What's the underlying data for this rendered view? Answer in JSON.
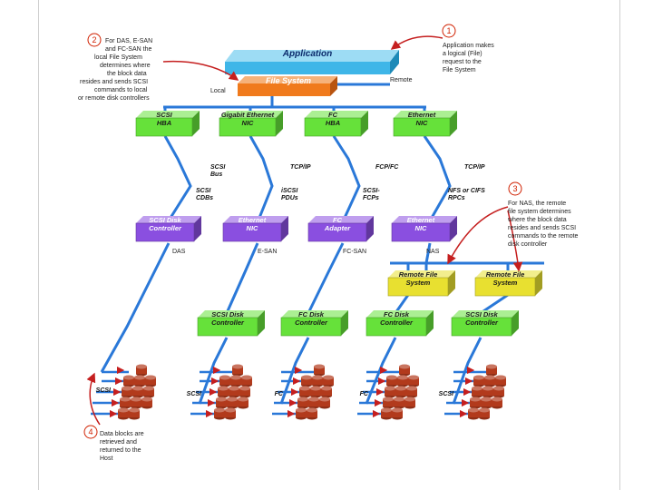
{
  "top": {
    "application": "Application",
    "file_system": "File System",
    "local": "Local",
    "remote": "Remote"
  },
  "notes": {
    "n1": {
      "num": "1",
      "lines": [
        "Application makes",
        "a logical (File)",
        "request to the",
        "File System"
      ]
    },
    "n2": {
      "num": "2",
      "lines": [
        "For DAS, E-SAN",
        "and FC-SAN the",
        "local File System",
        "determines where",
        "the block data",
        "resides and sends SCSI",
        "commands to local",
        "or remote disk controllers"
      ]
    },
    "n3": {
      "num": "3",
      "lines": [
        "For NAS, the remote",
        "file system determines",
        "where the block data",
        "resides and sends SCSI",
        "commands to the remote",
        "disk controller"
      ]
    },
    "n4": {
      "num": "4",
      "lines": [
        "Data blocks are",
        "retrieved and",
        "returned to the",
        "Host"
      ]
    }
  },
  "host_adapters": [
    {
      "l1": "SCSI",
      "l2": "HBA"
    },
    {
      "l1": "Gigabit Ethernet",
      "l2": "NIC"
    },
    {
      "l1": "FC",
      "l2": "HBA"
    },
    {
      "l1": "Ethernet",
      "l2": "NIC"
    }
  ],
  "protocols": [
    {
      "a1": "SCSI",
      "a2": "Bus",
      "b1": "SCSI",
      "b2": "CDBs"
    },
    {
      "a1": "TCP/IP",
      "a2": "",
      "b1": "iSCSI",
      "b2": "PDUs"
    },
    {
      "a1": "FCP/FC",
      "a2": "",
      "b1": "SCSI-",
      "b2": "FCPs"
    },
    {
      "a1": "TCP/IP",
      "a2": "",
      "b1": "NFS or CIFS",
      "b2": "RPCs"
    }
  ],
  "mid_devices": [
    {
      "l1": "SCSI Disk",
      "l2": "Controller",
      "tag": "DAS"
    },
    {
      "l1": "Ethernet",
      "l2": "NIC",
      "tag": "E-SAN"
    },
    {
      "l1": "FC",
      "l2": "Adapter",
      "tag": "FC-SAN"
    },
    {
      "l1": "Ethernet",
      "l2": "NIC",
      "tag": "NAS"
    }
  ],
  "remote_fs": [
    {
      "l1": "Remote File",
      "l2": "System"
    },
    {
      "l1": "Remote File",
      "l2": "System"
    }
  ],
  "disk_controllers": [
    {
      "l1": "SCSI Disk",
      "l2": "Controller"
    },
    {
      "l1": "FC Disk",
      "l2": "Controller"
    },
    {
      "l1": "FC Disk",
      "l2": "Controller"
    },
    {
      "l1": "SCSI Disk",
      "l2": "Controller"
    }
  ],
  "bus_labels": [
    "SCSI",
    "SCSI",
    "FC",
    "FC",
    "SCSI"
  ],
  "colors": {
    "application": "#3fb6e8",
    "file_system": "#f07a1c",
    "hba": "#66e13a",
    "device": "#8a4fe0",
    "remote_fs": "#e8e030",
    "wire": "#2a78d8",
    "arrow": "#c51f1f",
    "disk": "#b23a1c"
  }
}
